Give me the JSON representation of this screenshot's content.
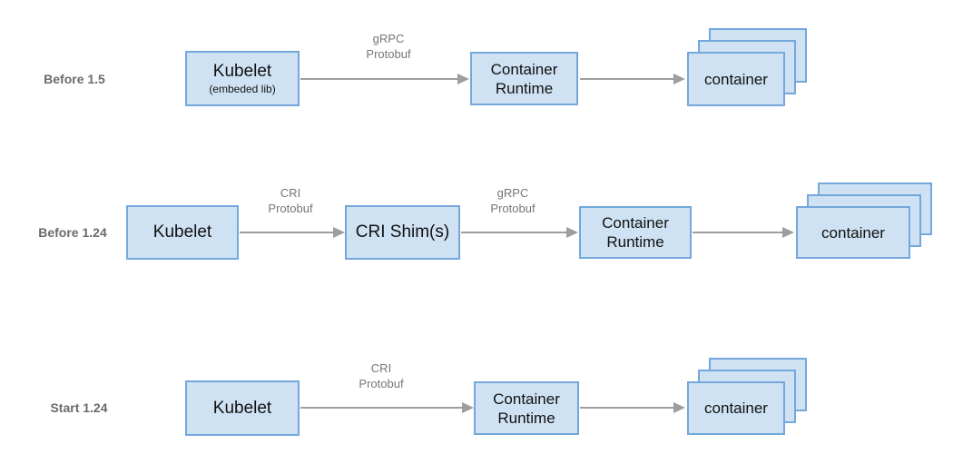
{
  "colors": {
    "box_fill": "#cfe2f3",
    "box_border": "#74a7dc",
    "arrow": "#9e9e9e",
    "row_label_text": "#6b6b6b",
    "arrow_label_text": "#757575",
    "box_text": "#111111",
    "background": "#ffffff"
  },
  "rows": [
    {
      "label": "Before 1.5",
      "kubelet": {
        "title": "Kubelet",
        "subtitle": "(embeded lib)"
      },
      "arrow1": {
        "line1": "gRPC",
        "line2": "Protobuf"
      },
      "runtime": {
        "title": "Container Runtime"
      },
      "container": {
        "title": "container"
      }
    },
    {
      "label": "Before 1.24",
      "kubelet": {
        "title": "Kubelet"
      },
      "arrow1": {
        "line1": "CRI",
        "line2": "Protobuf"
      },
      "shim": {
        "title": "CRI Shim(s)"
      },
      "arrow2": {
        "line1": "gRPC",
        "line2": "Protobuf"
      },
      "runtime": {
        "title": "Container Runtime"
      },
      "container": {
        "title": "container"
      }
    },
    {
      "label": "Start 1.24",
      "kubelet": {
        "title": "Kubelet"
      },
      "arrow1": {
        "line1": "CRI",
        "line2": "Protobuf"
      },
      "runtime": {
        "title": "Container Runtime"
      },
      "container": {
        "title": "container"
      }
    }
  ]
}
